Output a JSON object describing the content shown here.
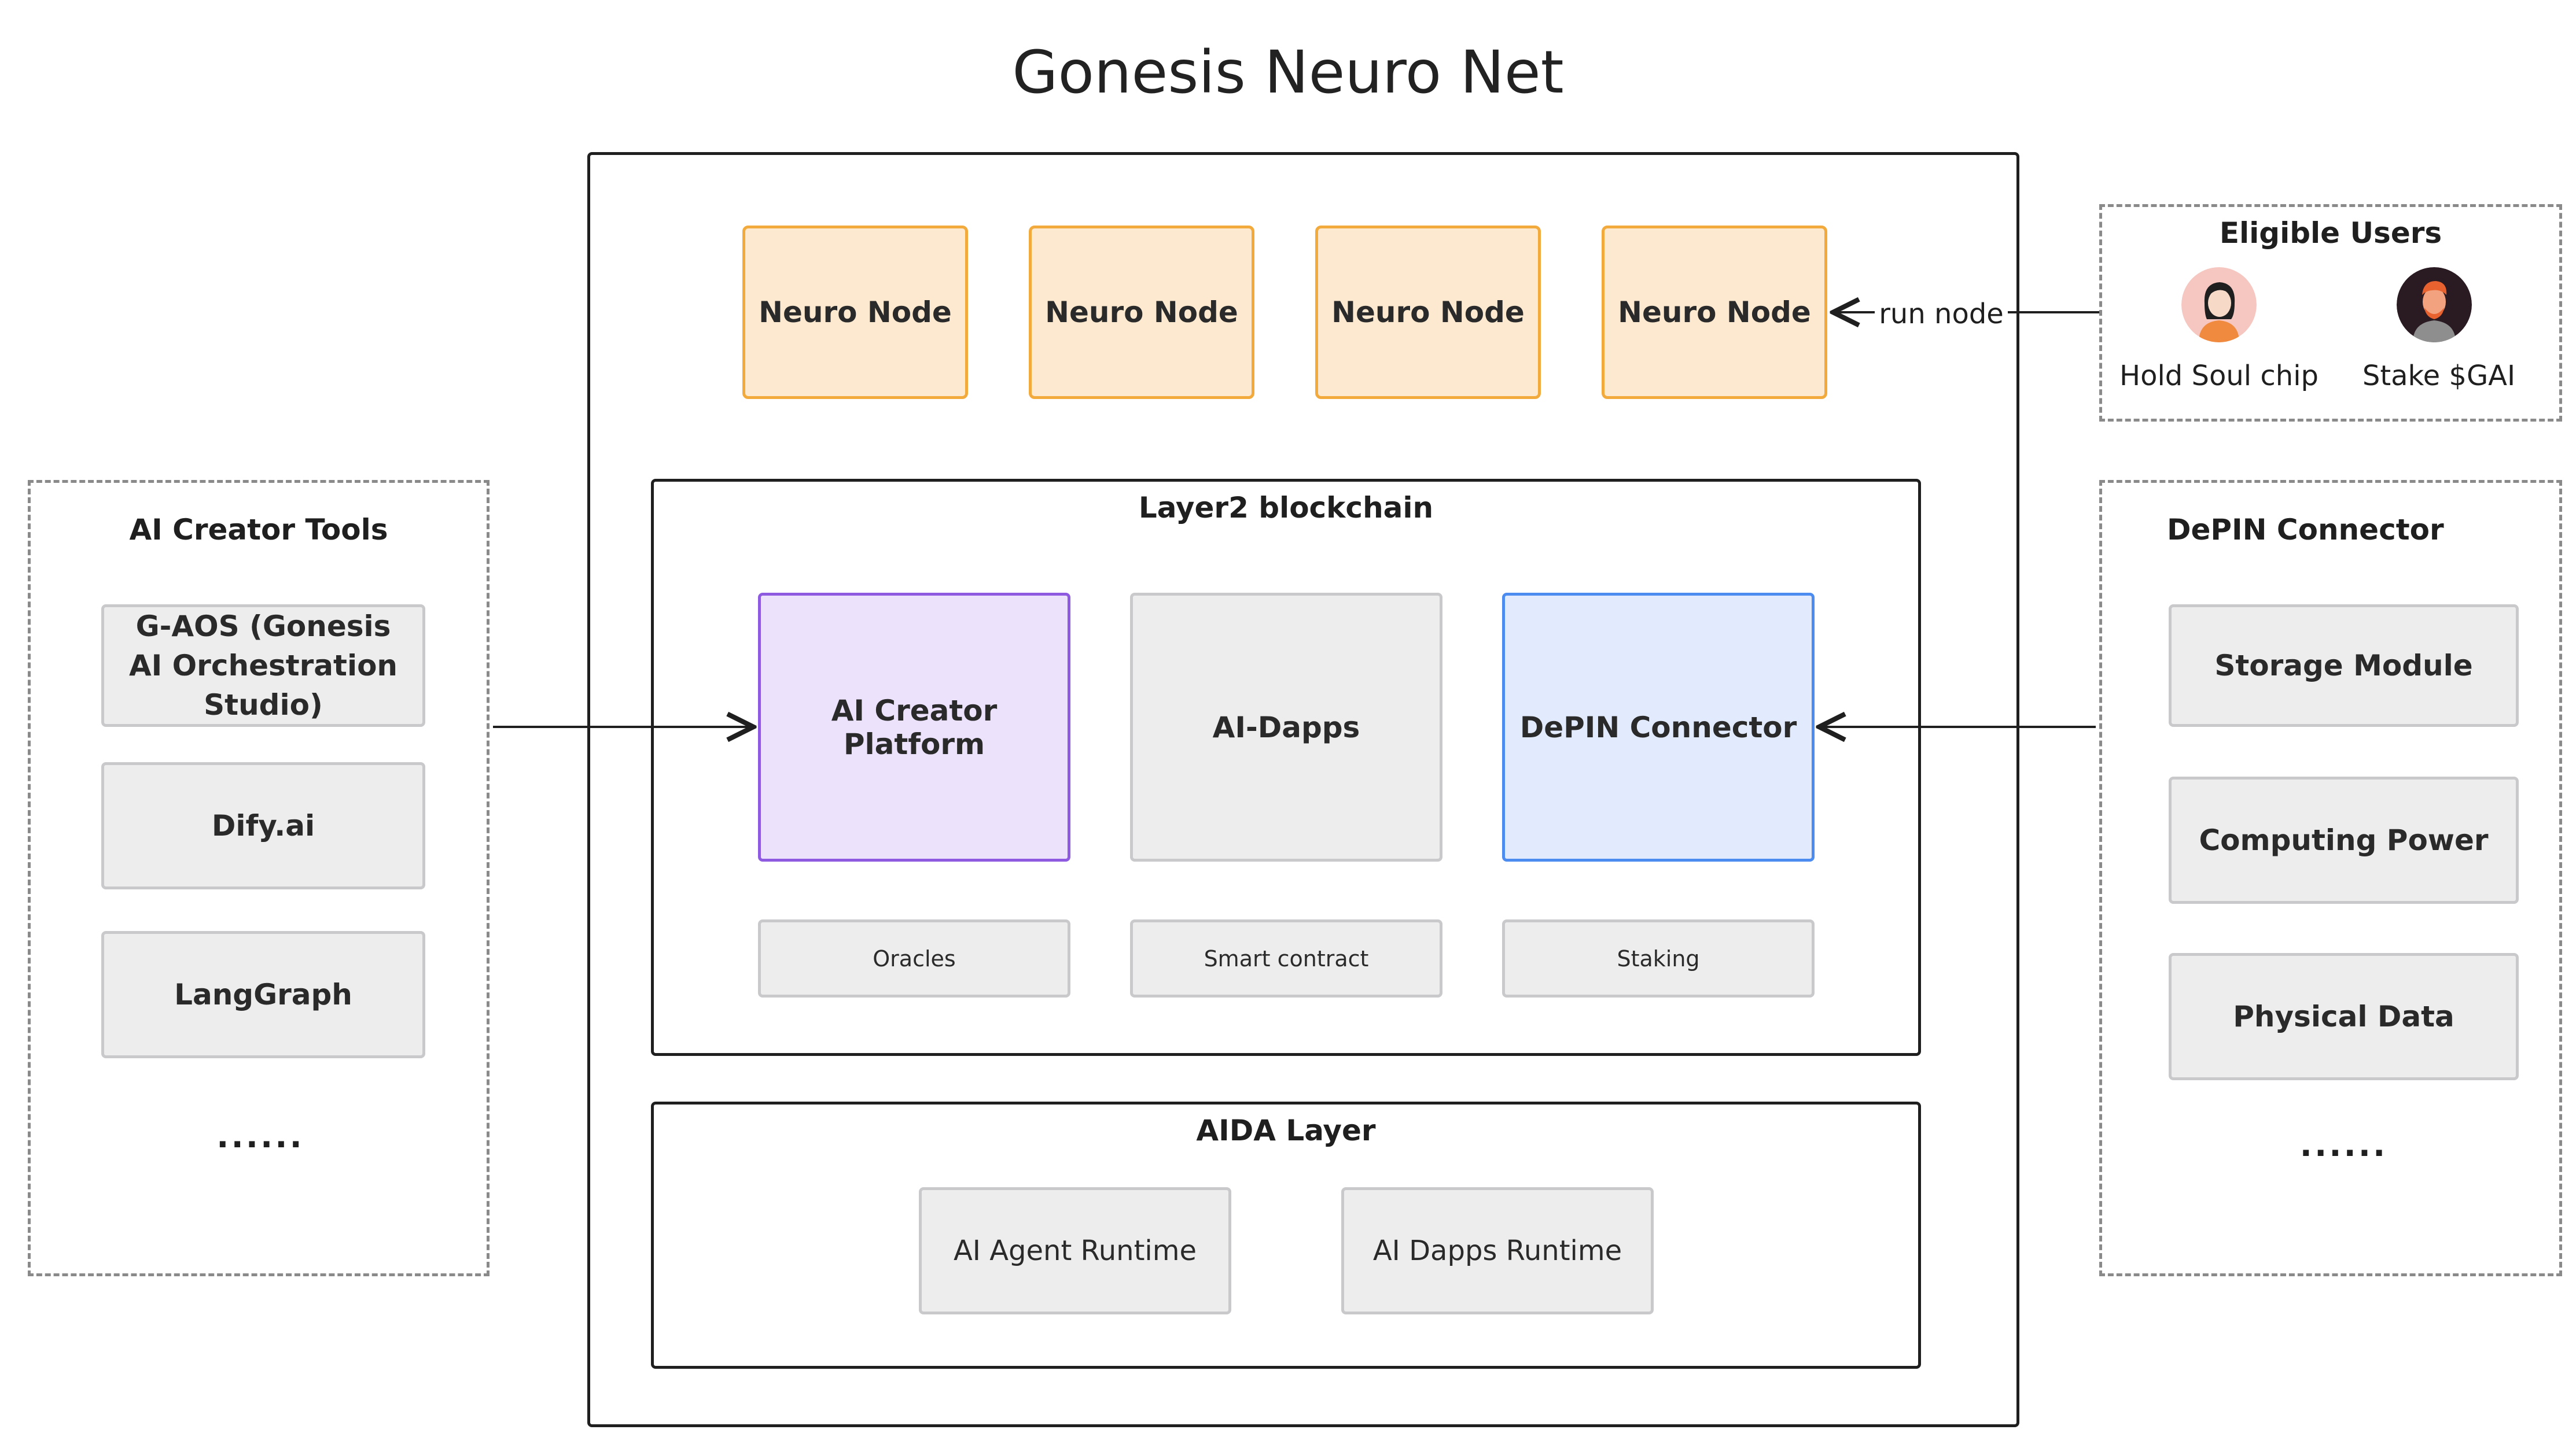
{
  "title": "Gonesis Neuro Net",
  "neuro_nodes": [
    "Neuro Node",
    "Neuro Node",
    "Neuro Node",
    "Neuro Node"
  ],
  "run_node_label": "run node",
  "eligible_users": {
    "title": "Eligible Users",
    "users": [
      {
        "label": "Hold Soul chip",
        "avatar": "woman-avatar-icon"
      },
      {
        "label": "Stake $GAI",
        "avatar": "man-avatar-icon"
      }
    ]
  },
  "layer2": {
    "title": "Layer2 blockchain",
    "modules": [
      "AI Creator Platform",
      "AI-Dapps",
      "DePIN Connector"
    ],
    "components": [
      "Oracles",
      "Smart contract",
      "Staking"
    ]
  },
  "aida": {
    "title": "AIDA Layer",
    "runtimes": [
      "AI Agent Runtime",
      "AI Dapps Runtime"
    ]
  },
  "ai_creator_tools": {
    "title": "AI Creator Tools",
    "items": [
      "G-AOS (Gonesis AI Orchestration Studio)",
      "Dify.ai",
      "LangGraph"
    ],
    "more": "......"
  },
  "depin_connector": {
    "title": "DePIN Connector",
    "items": [
      "Storage Module",
      "Computing Power",
      "Physical Data"
    ],
    "more": "......"
  },
  "colors": {
    "neuro_node_fill": "#fde9cf",
    "neuro_node_border": "#f3aa3c",
    "creator_platform_fill": "#ece2fb",
    "creator_platform_border": "#8e5be0",
    "depin_fill": "#e2ebfd",
    "depin_border": "#4c8cf0",
    "grey_fill": "#ededee"
  }
}
